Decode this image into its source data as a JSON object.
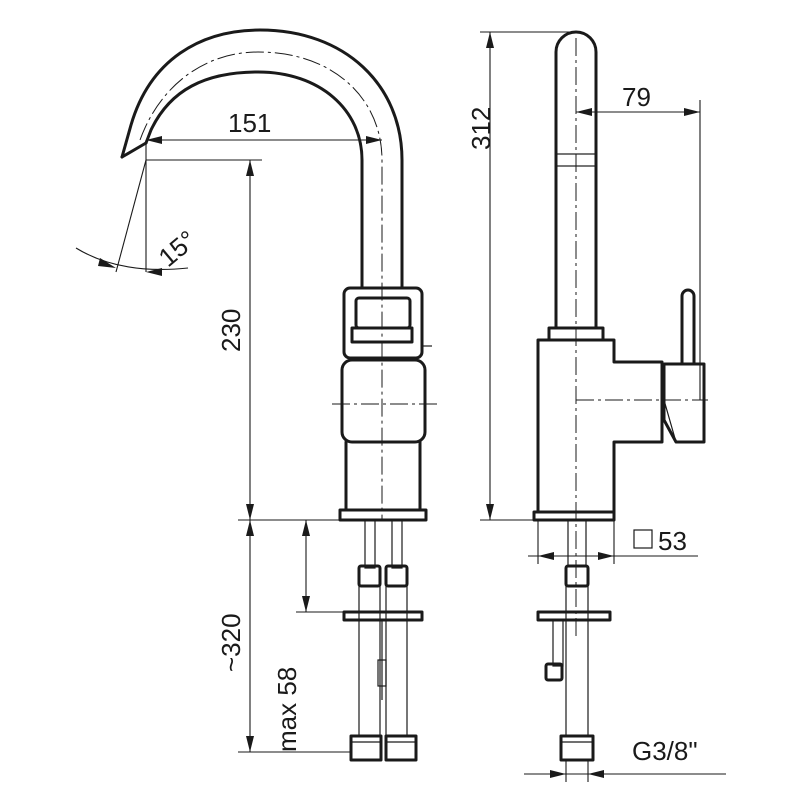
{
  "labels": {
    "spout_reach": "151",
    "spout_angle": "15°",
    "spout_height": "230",
    "below_deck": "~320",
    "max_deck": "max 58",
    "total_height": "312",
    "lever_offset": "79",
    "base_square": "53",
    "thread": "G3/8\""
  }
}
